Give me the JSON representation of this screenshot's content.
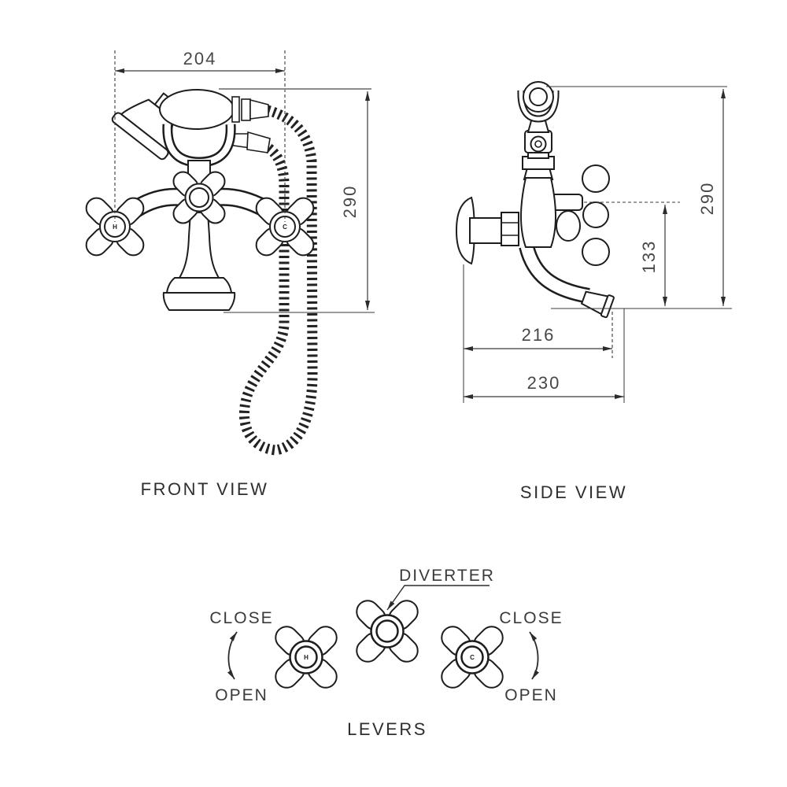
{
  "front_view": {
    "label": "FRONT VIEW",
    "width_mm": "204",
    "height_mm": "290"
  },
  "side_view": {
    "label": "SIDE VIEW",
    "height_mm": "290",
    "spout_height_mm": "133",
    "spout_reach_mm": "216",
    "depth_mm": "230"
  },
  "levers": {
    "label": "LEVERS",
    "diverter_label": "DIVERTER",
    "close_label": "CLOSE",
    "open_label": "OPEN"
  },
  "handles": {
    "hot": "H",
    "cold": "C"
  },
  "colors": {
    "line": "#1d1d1d",
    "dimension": "#3a3a3a",
    "extension_gray": "#8c8c8c",
    "background": "#ffffff"
  }
}
